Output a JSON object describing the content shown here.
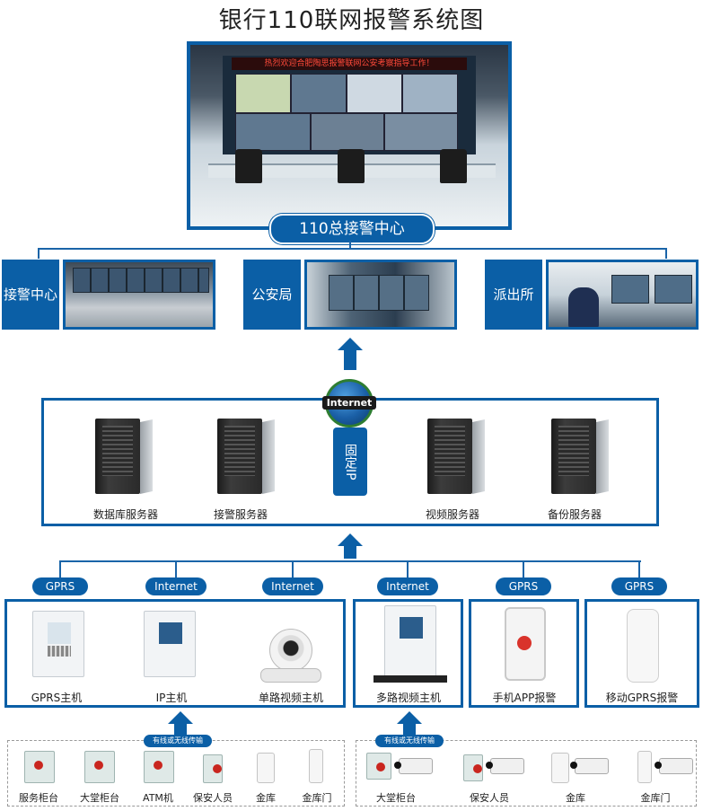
{
  "title": "银行110联网报警系统图",
  "center": {
    "banner": "热烈欢迎合肥陶思报警联网公安考察指导工作！",
    "label": "110总接警中心"
  },
  "row2": {
    "items": [
      {
        "label": "接警中心"
      },
      {
        "label": "公安局"
      },
      {
        "label": "派出所"
      }
    ]
  },
  "network": {
    "globe": "Internet",
    "fixed_ip": "固定IP"
  },
  "servers": [
    {
      "label": "数据库服务器"
    },
    {
      "label": "接警服务器"
    },
    {
      "label": "视频服务器"
    },
    {
      "label": "备份服务器"
    }
  ],
  "links": {
    "tags": [
      "GPRS",
      "Internet",
      "Internet",
      "Internet",
      "GPRS",
      "GPRS"
    ]
  },
  "devices": [
    {
      "label": "GPRS主机"
    },
    {
      "label": "IP主机"
    },
    {
      "label": "单路视频主机"
    },
    {
      "label": "多路视频主机"
    },
    {
      "label": "手机APP报警"
    },
    {
      "label": "移动GPRS报警"
    }
  ],
  "bottom": {
    "left_tag": "有线或无线传输",
    "right_tag": "有线或无线传输",
    "left_items": [
      "服务柜台",
      "大堂柜台",
      "ATM机",
      "保安人员",
      "金库",
      "金库门"
    ],
    "right_items": [
      "大堂柜台",
      "保安人员",
      "金库",
      "金库门"
    ]
  },
  "colors": {
    "accent": "#0b5fa6",
    "alarm_red": "#c9261f"
  }
}
